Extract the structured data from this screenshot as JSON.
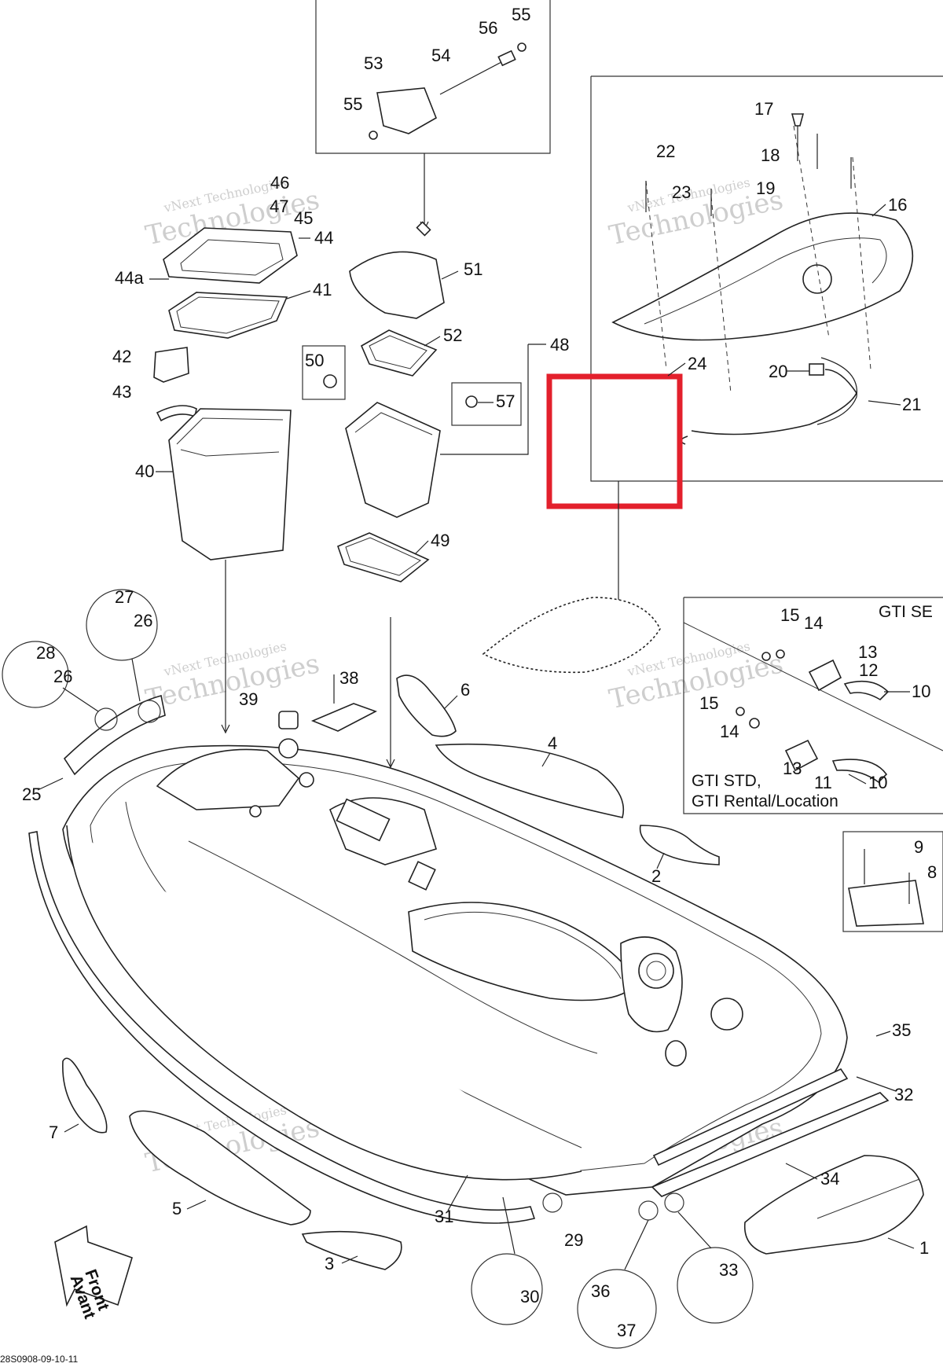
{
  "diagram": {
    "reference_code": "28S0908-09-10-11",
    "watermark": {
      "line1": "vNext Technologies",
      "line2": "Technologies"
    },
    "inset_labels": {
      "gti_se": "GTI SE",
      "gti_std": "GTI STD,",
      "gti_rental": "GTI Rental/Location"
    },
    "front_arrow": {
      "line1": "Front",
      "line2": "Avant"
    },
    "highlight_color": "#e3202c",
    "callouts": {
      "c1": "1",
      "c2": "2",
      "c3": "3",
      "c4": "4",
      "c5": "5",
      "c6": "6",
      "c7": "7",
      "c8": "8",
      "c9": "9",
      "c10a": "10",
      "c10b": "10",
      "c11": "11",
      "c12": "12",
      "c13a": "13",
      "c13b": "13",
      "c14a": "14",
      "c14b": "14",
      "c15a": "15",
      "c15b": "15",
      "c16": "16",
      "c17": "17",
      "c18": "18",
      "c19": "19",
      "c20": "20",
      "c21": "21",
      "c22": "22",
      "c23": "23",
      "c24": "24",
      "c25": "25",
      "c26a": "26",
      "c26b": "26",
      "c27": "27",
      "c28": "28",
      "c29": "29",
      "c30": "30",
      "c31": "31",
      "c32": "32",
      "c33": "33",
      "c34": "34",
      "c35": "35",
      "c36": "36",
      "c37": "37",
      "c38": "38",
      "c39": "39",
      "c40": "40",
      "c41": "41",
      "c42": "42",
      "c43": "43",
      "c44": "44",
      "c44a": "44a",
      "c45": "45",
      "c46": "46",
      "c47": "47",
      "c48": "48",
      "c49": "49",
      "c50": "50",
      "c51": "51",
      "c52": "52",
      "c53": "53",
      "c54": "54",
      "c55a": "55",
      "c55b": "55",
      "c56": "56",
      "c57": "57"
    }
  }
}
